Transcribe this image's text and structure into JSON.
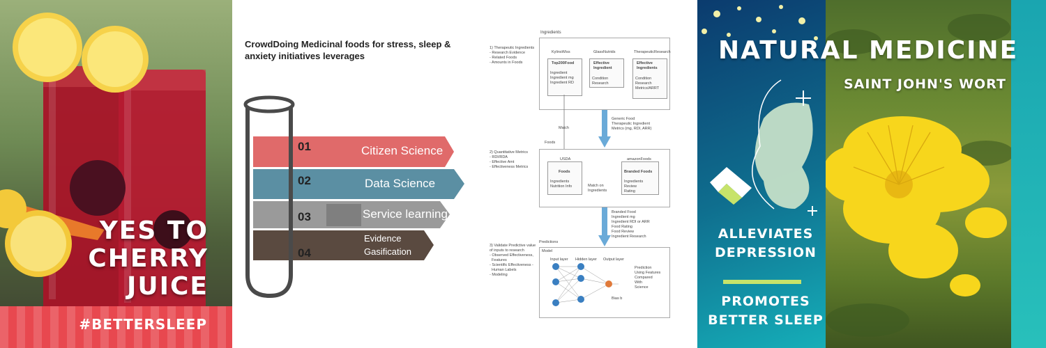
{
  "panel1": {
    "headline_lines": [
      "YES TO",
      "CHERRY",
      "JUICE"
    ],
    "hashtag": "#BETTERSLEEP",
    "colors": {
      "band": "#e8484f",
      "juice": "#b0132a"
    }
  },
  "panel2": {
    "title": "CrowdDoing Medicinal foods for stress, sleep & anxiety initiatives leverages",
    "steps": [
      {
        "num": "01",
        "label": "Citizen Science",
        "color": "#e06a6a"
      },
      {
        "num": "02",
        "label": "Data Science",
        "color": "#5b8fa3"
      },
      {
        "num": "03",
        "label": "Service learning",
        "color": "#9a9a9a"
      },
      {
        "num": "04",
        "label": "Evidence\nGasification",
        "color": "#5a4a40"
      }
    ]
  },
  "panel3": {
    "top_label": "Ingredients",
    "left_notes": [
      "1) Therapeutic Ingredients\n- Research Evidence\n- Related Foods\n- Amounts in Foods",
      "2) Quantitative Metrics\n- RDI/RDA\n- Effective Amt\n- Effectiveness Metrics",
      "3) Validate Predictive value\nof inputs to research\n- Observed Effectiveness,\n  Features\n- Scientific Effectiveness -\n  Human Labels\n- Modeling"
    ],
    "section1_boxes": [
      {
        "head": "KylinsWiss",
        "title": "Top200Food",
        "lines": "Ingredient\nIngredient mg\nIngredient RD"
      },
      {
        "head": "GlassNutrids",
        "title": "Effective\nIngredient",
        "lines": "Condition\nResearch"
      },
      {
        "head": "TherapeuticResearch",
        "title": "Effective\nIngredients",
        "lines": "Condition\nResearch\nMetrics/ARRT"
      }
    ],
    "match_label": "Match",
    "generic_food_note": "Generic Food\nTherapeutic Ingredient\nMetrics (mg, RDI, ARR)",
    "foods_label": "Foods",
    "section2_boxes": [
      {
        "head": "USDA",
        "title": "Foods",
        "lines": "Ingredients\nNutrition Info"
      },
      {
        "head": "amazonFoods",
        "title": "Branded Foods",
        "lines": "Ingredients\nReview\nRating"
      }
    ],
    "match_on_label": "Match on\nIngredients",
    "branded_note": "Branded Food\nIngredient mg\nIngredient RDI or ARR\nFood Rating\nFood Review\nIngredient Research",
    "predictions_label": "Predictions",
    "model_label": "Model",
    "layer_labels": [
      "Input layer",
      "Hidden layer",
      "Output layer"
    ],
    "prediction_note": "Prediction\nUsing Features\nCompared\nWith\nScience",
    "bias_label": "Bias b"
  },
  "panel4": {
    "title": "NATURAL MEDICINE",
    "subtitle": "SAINT JOHN'S WORT",
    "benefit1": "ALLEVIATES\nDEPRESSION",
    "benefit2": "PROMOTES\nBETTER SLEEP",
    "colors": {
      "accent_bar": "#c7e36a",
      "flower": "#f7d61c"
    }
  }
}
